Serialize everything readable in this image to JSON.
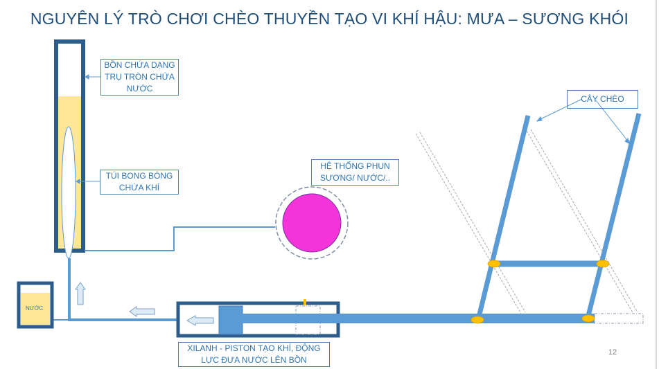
{
  "title": "NGUYÊN LÝ TRÒ CHƠI CHÈO THUYỀN TẠO VI KHÍ HẬU: MƯA – SƯƠNG KHÓI",
  "labels": {
    "tank": "BỒN CHỨA DẠNG TRỤ TRÒN CHỨA NƯỚC",
    "balloon": "TÚI BONG BÓNG CHỨA KHÍ",
    "sprayer": "HỆ THỐNG PHUN SƯƠNG/ NƯỚC/..",
    "cylinder": "XILANH - PISTON TẠO KHÍ, ĐỘNG LỰC ĐƯA NƯỚC LÊN BỒN",
    "oar": "CÂY CHÈO",
    "water": "NƯỚC"
  },
  "page_number": "12",
  "colors": {
    "frame": "#2e5c8a",
    "pipe": "#5b9bd5",
    "water": "#ffe699",
    "sprayer": "#f433d8",
    "joint": "#ffc000",
    "title": "#1f4e79"
  }
}
